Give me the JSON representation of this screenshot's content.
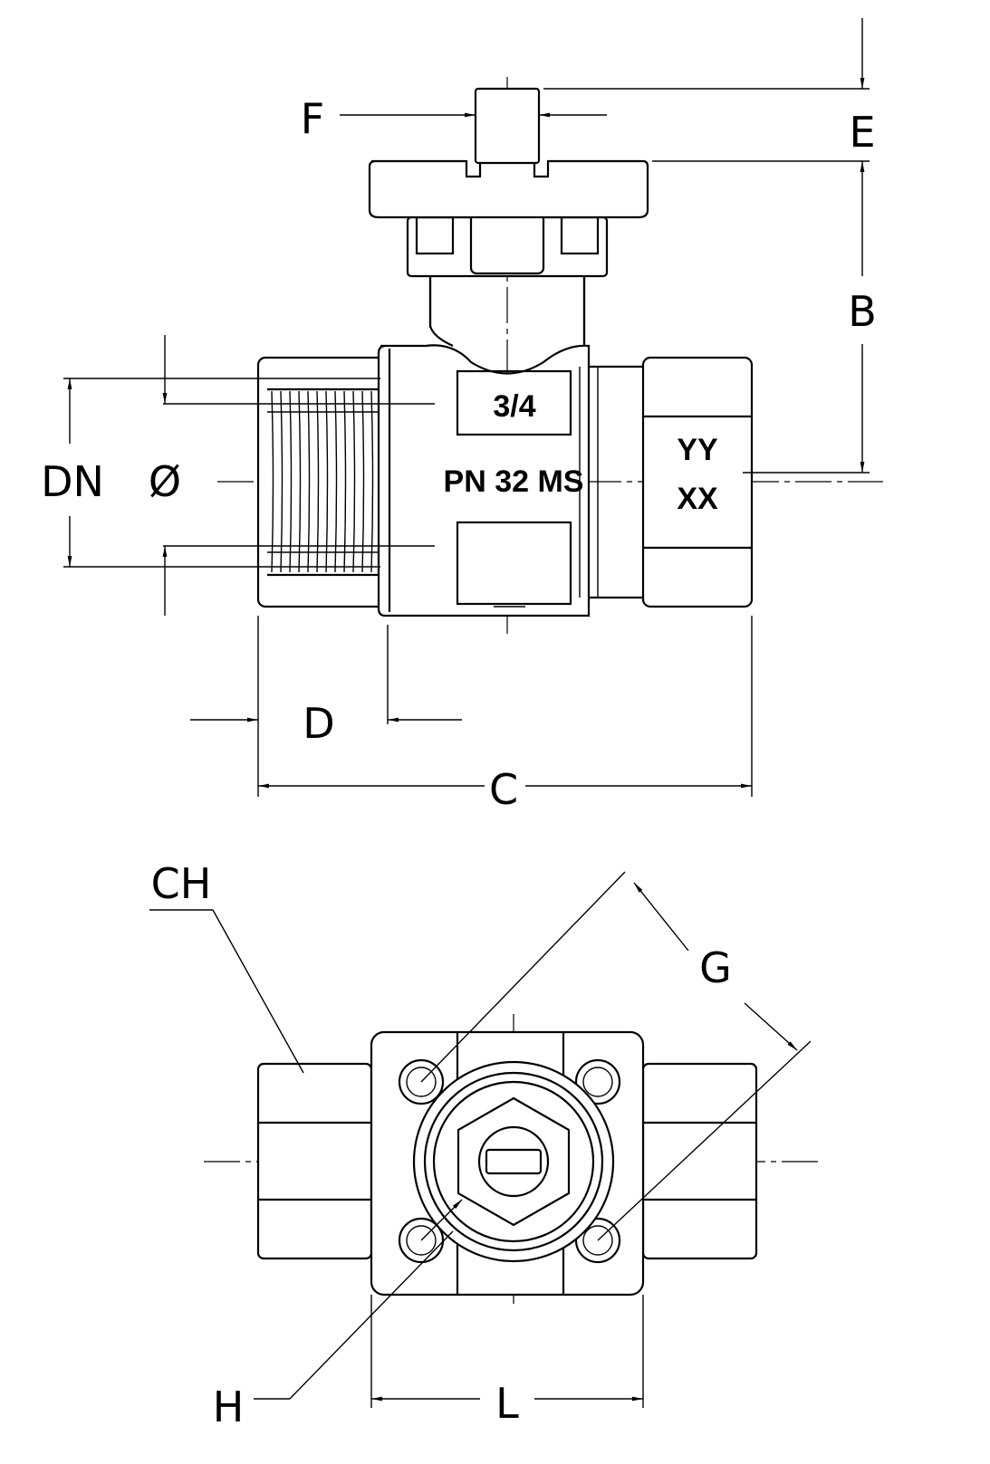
{
  "dimensions": {
    "E": "E",
    "F": "F",
    "B": "B",
    "DN": "DN",
    "phi": "Ø",
    "D": "D",
    "C": "C",
    "CH": "CH",
    "G": "G",
    "H": "H",
    "L": "L"
  },
  "body_markings": {
    "size": "3/4",
    "pressure": "PN 32 MS",
    "code_top": "YY",
    "code_bottom": "XX"
  }
}
